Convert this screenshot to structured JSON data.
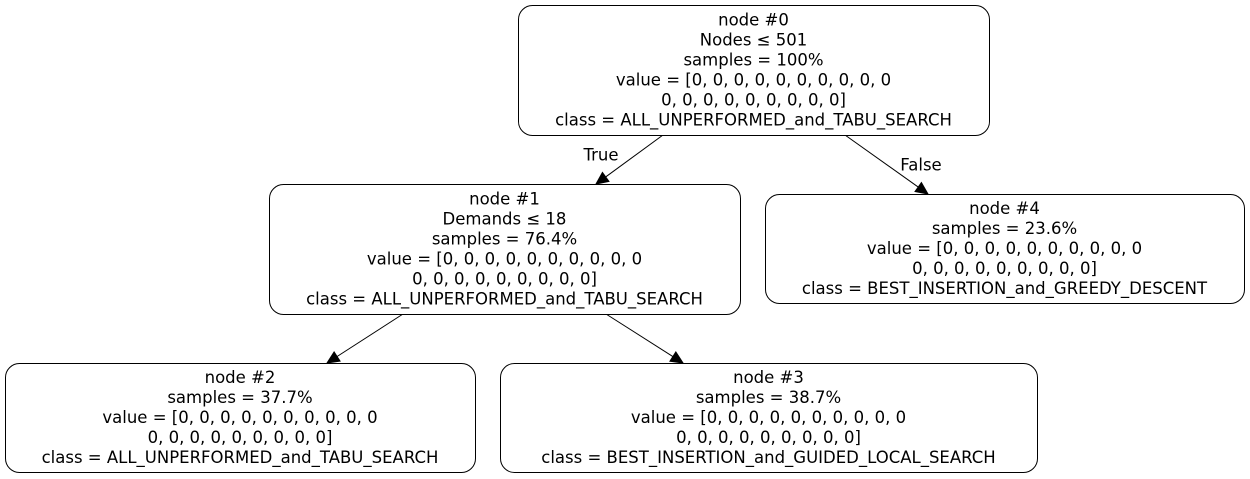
{
  "tree": {
    "nodes": [
      {
        "id": "0",
        "lines": [
          "node #0",
          "Nodes ≤ 501",
          "samples = 100%",
          "value = [0, 0, 0, 0, 0, 0, 0, 0, 0, 0",
          "0, 0, 0, 0, 0, 0, 0, 0, 0]",
          "class = ALL_UNPERFORMED_and_TABU_SEARCH"
        ]
      },
      {
        "id": "1",
        "lines": [
          "node #1",
          "Demands ≤ 18",
          "samples = 76.4%",
          "value = [0, 0, 0, 0, 0, 0, 0, 0, 0, 0",
          "0, 0, 0, 0, 0, 0, 0, 0, 0]",
          "class = ALL_UNPERFORMED_and_TABU_SEARCH"
        ]
      },
      {
        "id": "2",
        "lines": [
          "node #2",
          "samples = 37.7%",
          "value = [0, 0, 0, 0, 0, 0, 0, 0, 0, 0",
          "0, 0, 0, 0, 0, 0, 0, 0, 0]",
          "class = ALL_UNPERFORMED_and_TABU_SEARCH"
        ]
      },
      {
        "id": "3",
        "lines": [
          "node #3",
          "samples = 38.7%",
          "value = [0, 0, 0, 0, 0, 0, 0, 0, 0, 0",
          "0, 0, 0, 0, 0, 0, 0, 0, 0]",
          "class = BEST_INSERTION_and_GUIDED_LOCAL_SEARCH"
        ]
      },
      {
        "id": "4",
        "lines": [
          "node #4",
          "samples = 23.6%",
          "value = [0, 0, 0, 0, 0, 0, 0, 0, 0, 0",
          "0, 0, 0, 0, 0, 0, 0, 0, 0]",
          "class = BEST_INSERTION_and_GREEDY_DESCENT"
        ]
      }
    ],
    "edges": [
      {
        "from": "0",
        "to": "1",
        "label": "True"
      },
      {
        "from": "0",
        "to": "4",
        "label": "False"
      },
      {
        "from": "1",
        "to": "2",
        "label": ""
      },
      {
        "from": "1",
        "to": "3",
        "label": ""
      }
    ]
  }
}
